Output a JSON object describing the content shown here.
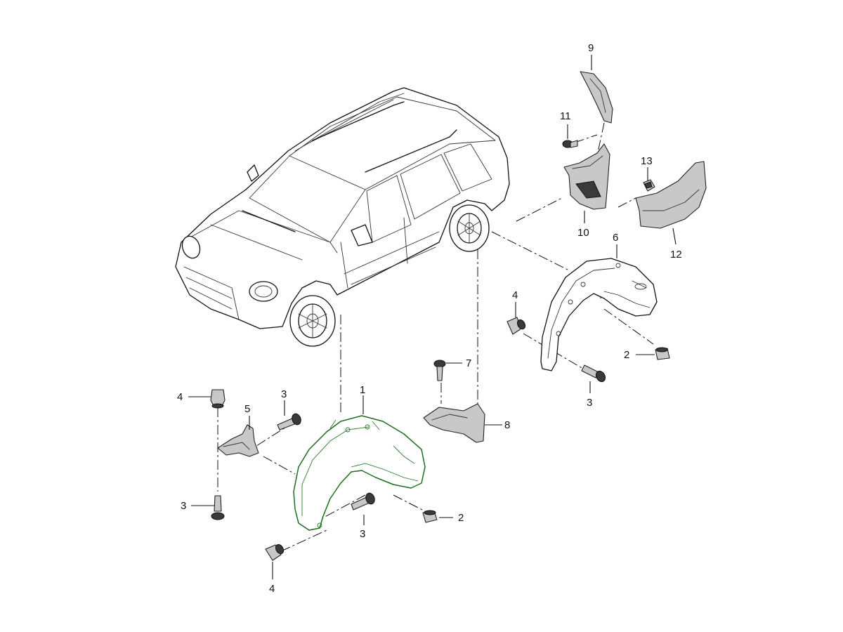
{
  "callouts": [
    {
      "id": "c1",
      "text": "1"
    },
    {
      "id": "c2a",
      "text": "2"
    },
    {
      "id": "c2b",
      "text": "2"
    },
    {
      "id": "c3a",
      "text": "3"
    },
    {
      "id": "c3b",
      "text": "3"
    },
    {
      "id": "c3c",
      "text": "3"
    },
    {
      "id": "c3d",
      "text": "3"
    },
    {
      "id": "c4a",
      "text": "4"
    },
    {
      "id": "c4b",
      "text": "4"
    },
    {
      "id": "c4c",
      "text": "4"
    },
    {
      "id": "c5",
      "text": "5"
    },
    {
      "id": "c6",
      "text": "6"
    },
    {
      "id": "c7",
      "text": "7"
    },
    {
      "id": "c8",
      "text": "8"
    },
    {
      "id": "c9",
      "text": "9"
    },
    {
      "id": "c10",
      "text": "10"
    },
    {
      "id": "c11",
      "text": "11"
    },
    {
      "id": "c12",
      "text": "12"
    },
    {
      "id": "c13",
      "text": "13"
    }
  ],
  "highlighted_part": "1",
  "colors": {
    "line": "#111111",
    "background": "#ffffff",
    "highlight": "#1f6b1f",
    "shading": "#c8c8c8"
  }
}
